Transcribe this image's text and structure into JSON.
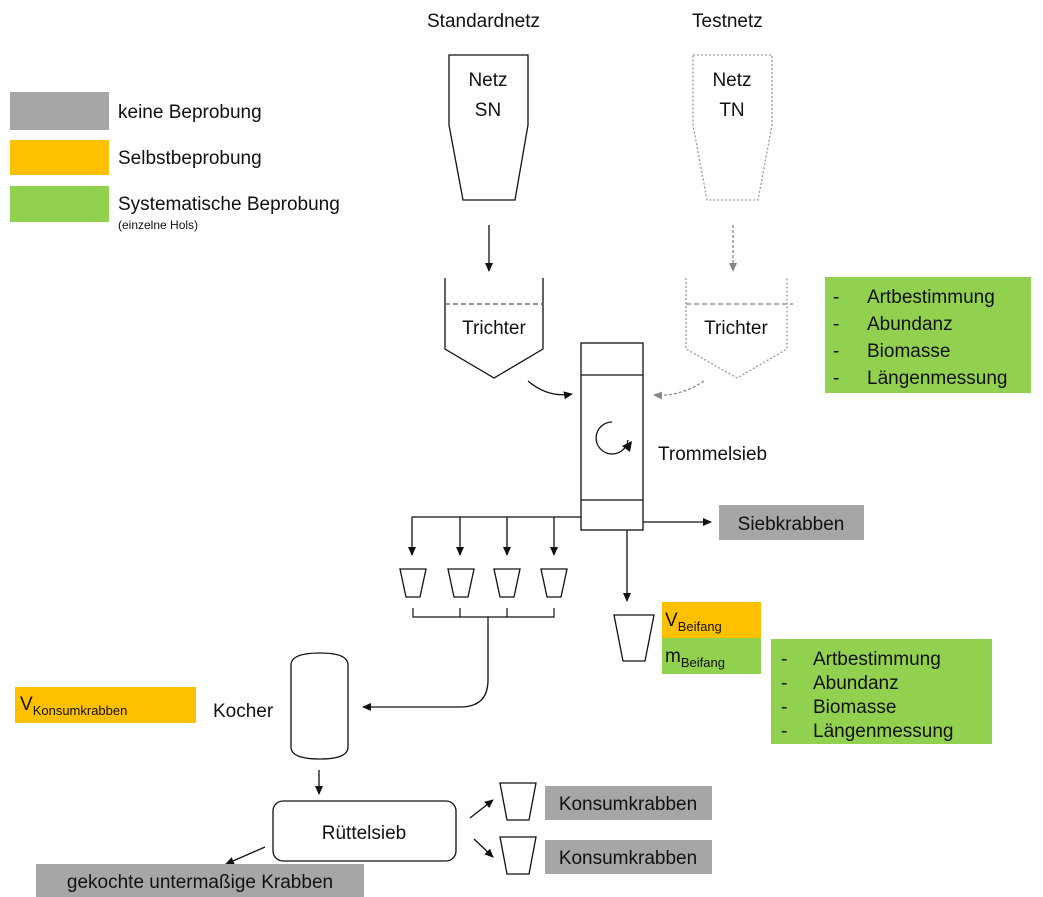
{
  "colors": {
    "gray": "#a6a6a6",
    "orange": "#ffc000",
    "green": "#92d050",
    "line": "#111111",
    "dashed": "#888888"
  },
  "legend": {
    "none": "keine Beprobung",
    "self": "Selbstbeprobung",
    "systematic": "Systematische Beprobung",
    "systematic_note": "(einzelne Hols)"
  },
  "nets": {
    "standard": {
      "title": "Standardnetz",
      "line1": "Netz",
      "line2": "SN"
    },
    "test": {
      "title": "Testnetz",
      "line1": "Netz",
      "line2": "TN"
    }
  },
  "funnel": {
    "left_label": "Trichter",
    "right_label": "Trichter"
  },
  "drum": {
    "label": "Trommelsieb"
  },
  "siebkrabben": "Siebkrabben",
  "beifang": {
    "v_main": "V",
    "v_sub": "Beifang",
    "m_main": "m",
    "m_sub": "Beifang"
  },
  "sampling_list_top": [
    "Artbestimmung",
    "Abundanz",
    "Biomasse",
    "Längenmessung"
  ],
  "sampling_list_bottom": [
    "Artbestimmung",
    "Abundanz",
    "Biomasse",
    "Längenmessung"
  ],
  "list_dash": "-",
  "konsum_volume": {
    "main": "V",
    "sub": "Konsumkrabben"
  },
  "cooker": {
    "label": "Kocher"
  },
  "shaker": {
    "label": "Rüttelsieb"
  },
  "outputs": {
    "konsum1": "Konsumkrabben",
    "konsum2": "Konsumkrabben",
    "undersize": "gekochte untermaßige Krabben"
  }
}
